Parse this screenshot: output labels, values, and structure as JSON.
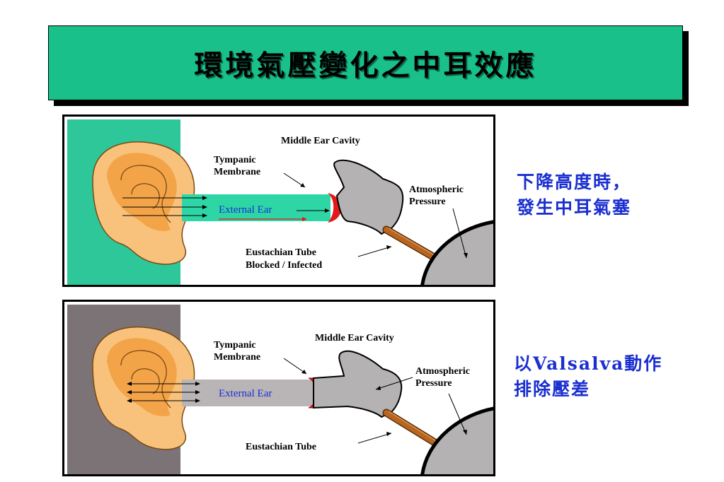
{
  "title": "環境氣壓變化之中耳效應",
  "panel_top": {
    "middle_ear_cavity": "Middle Ear Cavity",
    "tympanic_membrane_line1": "Tympanic",
    "tympanic_membrane_line2": "Membrane",
    "external_ear": "External Ear",
    "atmospheric_line1": "Atmospheric",
    "atmospheric_line2": "Pressure",
    "eustachian_line1": "Eustachian Tube",
    "eustachian_line2": "Blocked / Infected"
  },
  "panel_bottom": {
    "middle_ear_cavity": "Middle Ear Cavity",
    "tympanic_membrane_line1": "Tympanic",
    "tympanic_membrane_line2": "Membrane",
    "external_ear": "External Ear",
    "atmospheric_line1": "Atmospheric",
    "atmospheric_line2": "Pressure",
    "eustachian_line1": "Eustachian Tube"
  },
  "note_top": {
    "line1": "下降高度時，",
    "line2": "發生中耳氣塞"
  },
  "note_bottom": {
    "line1": "以Valsalva動作",
    "line2": "排除壓差"
  },
  "colors": {
    "title_bg": "#19c08a",
    "top_background": "#2ec79a",
    "bottom_background": "#7b7376",
    "canal_top": "#2ed6a6",
    "canal_bottom": "#b9b4b6",
    "ear_skin": "#f9c27c",
    "ear_shade": "#f08c1e",
    "membrane": "#e21a1a",
    "cavity": "#b4b2b3",
    "tube": "#b8651f",
    "note_text": "#1a2fd0"
  }
}
